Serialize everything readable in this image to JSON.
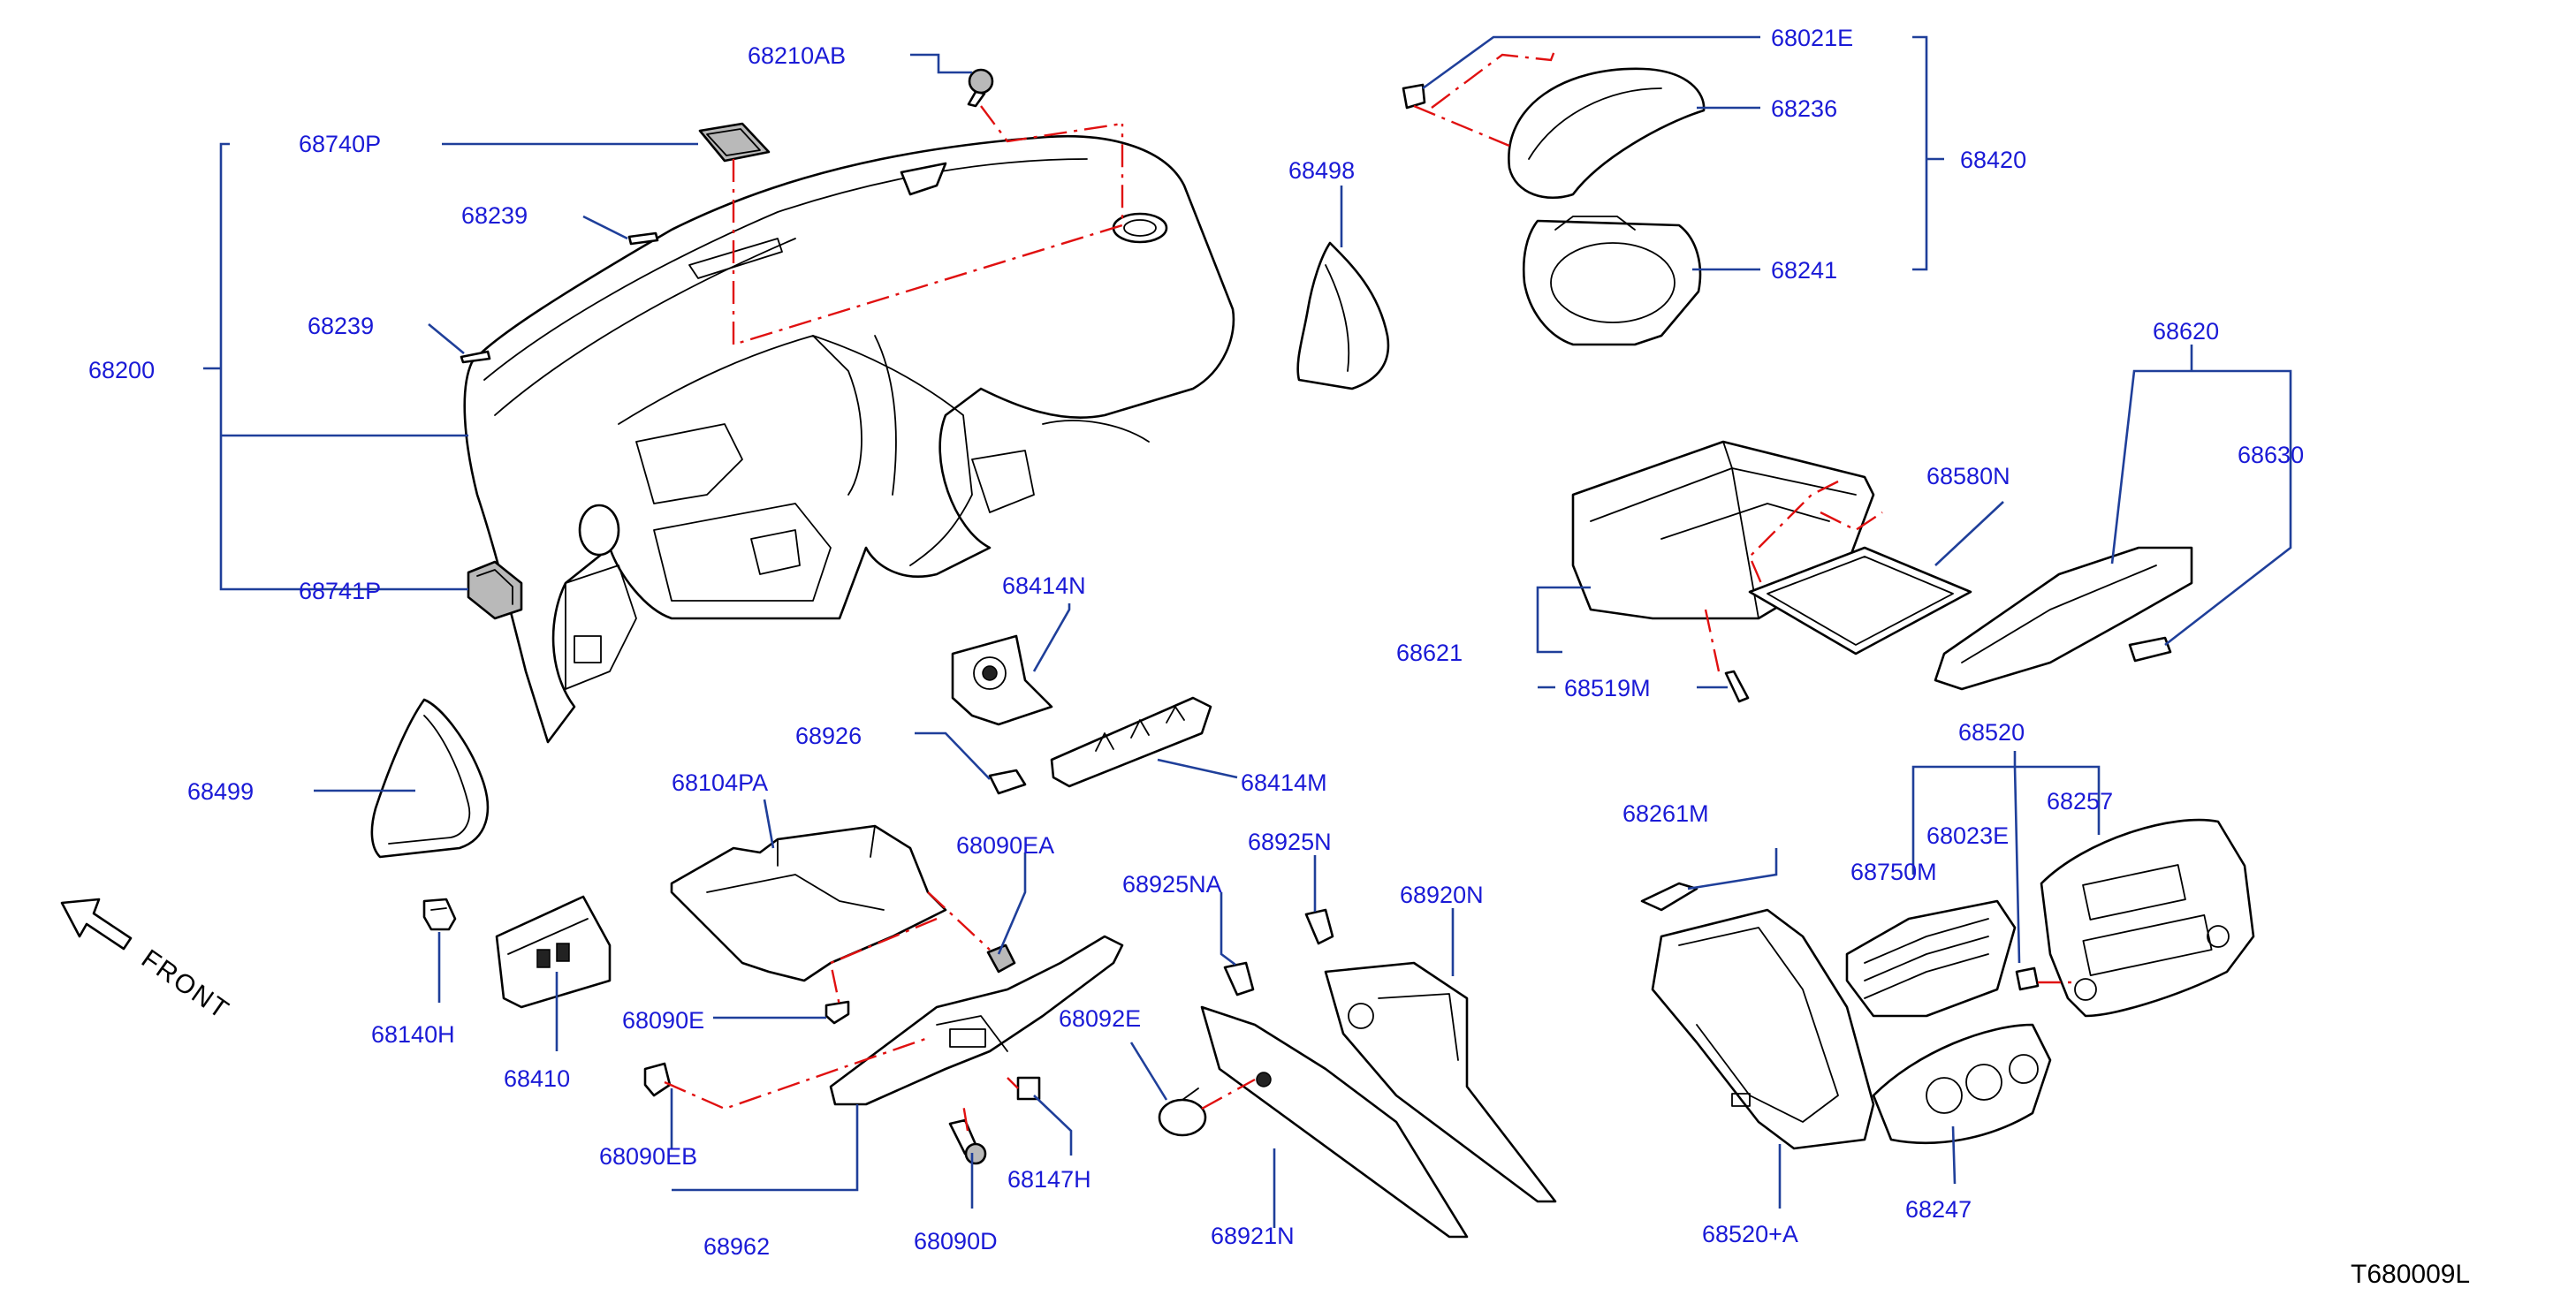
{
  "diagram": {
    "code": "T680009L",
    "direction_label": "FRONT",
    "labels": {
      "p68210AB": "68210AB",
      "p68740P": "68740P",
      "p68239a": "68239",
      "p68239b": "68239",
      "p68200": "68200",
      "p68741P": "68741P",
      "p68499": "68499",
      "p68140H": "68140H",
      "p68410": "68410",
      "p68414N": "68414N",
      "p68926": "68926",
      "p68414M": "68414M",
      "p68104PA": "68104PA",
      "p68090EA": "68090EA",
      "p68090E": "68090E",
      "p68090EB": "68090EB",
      "p68962": "68962",
      "p68090D": "68090D",
      "p68147H": "68147H",
      "p68092E": "68092E",
      "p68925NA": "68925NA",
      "p68925N": "68925N",
      "p68920N": "68920N",
      "p68921N": "68921N",
      "p68498": "68498",
      "p68021E": "68021E",
      "p68236": "68236",
      "p68420": "68420",
      "p68241": "68241",
      "p68620": "68620",
      "p68630": "68630",
      "p68580N": "68580N",
      "p68621": "68621",
      "p68519M": "68519M",
      "p68520": "68520",
      "p68257": "68257",
      "p68023E": "68023E",
      "p68750M": "68750M",
      "p68261M": "68261M",
      "p68520A": "68520+A",
      "p68247": "68247"
    }
  },
  "colors": {
    "label_text": "#1a1ad6",
    "leader_line": "#1f3f9a",
    "assembly_line": "#e01010",
    "part_outline": "#000000"
  }
}
